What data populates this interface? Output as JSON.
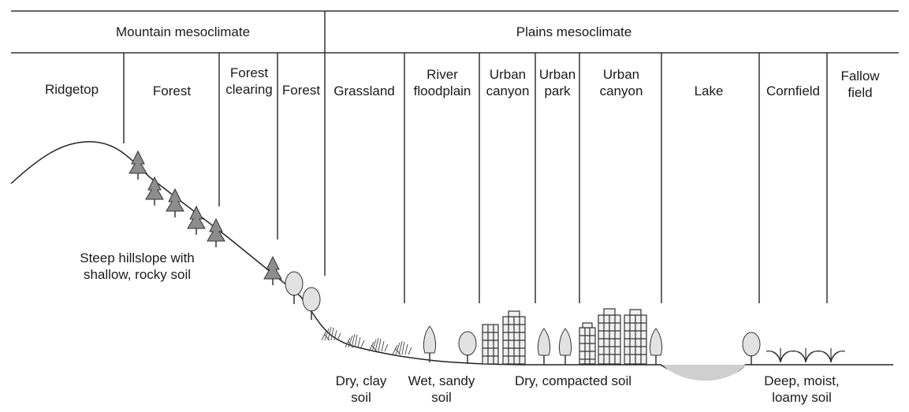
{
  "header": {
    "mountain": "Mountain mesoclimate",
    "plains": "Plains mesoclimate"
  },
  "zones": [
    {
      "id": "ridgetop",
      "label": "Ridgetop"
    },
    {
      "id": "forest-1",
      "label": "Forest"
    },
    {
      "id": "forest-clearing",
      "label": "Forest\nclearing"
    },
    {
      "id": "forest-2",
      "label": "Forest"
    },
    {
      "id": "grassland",
      "label": "Grassland"
    },
    {
      "id": "river-floodplain",
      "label": "River\nfloodplain"
    },
    {
      "id": "urban-canyon-1",
      "label": "Urban\ncanyon"
    },
    {
      "id": "urban-park",
      "label": "Urban\npark"
    },
    {
      "id": "urban-canyon-2",
      "label": "Urban\ncanyon"
    },
    {
      "id": "lake",
      "label": "Lake"
    },
    {
      "id": "cornfield",
      "label": "Cornfield"
    },
    {
      "id": "fallow-field",
      "label": "Fallow\nfield"
    }
  ],
  "soils": {
    "hillslope": "Steep hillslope with\nshallow, rocky soil",
    "dry_clay": "Dry, clay\nsoil",
    "wet_sandy": "Wet, sandy\nsoil",
    "dry_compacted": "Dry, compacted soil",
    "deep_moist": "Deep, moist,\nloamy soil"
  }
}
